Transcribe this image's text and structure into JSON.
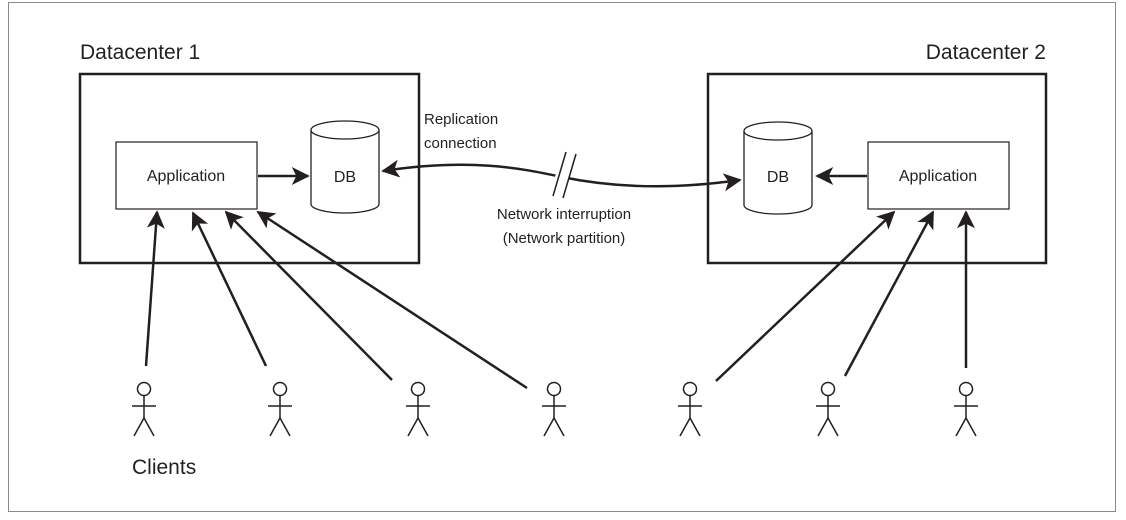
{
  "datacenter1": {
    "title": "Datacenter 1",
    "app_label": "Application",
    "db_label": "DB"
  },
  "datacenter2": {
    "title": "Datacenter 2",
    "app_label": "Application",
    "db_label": "DB"
  },
  "replication": {
    "line1": "Replication",
    "line2": "connection"
  },
  "interruption": {
    "line1": "Network interruption",
    "line2": "(Network partition)"
  },
  "clients": {
    "label": "Clients",
    "count": 7
  },
  "colors": {
    "stroke": "#231f20",
    "frame": "#8a8a8a"
  }
}
